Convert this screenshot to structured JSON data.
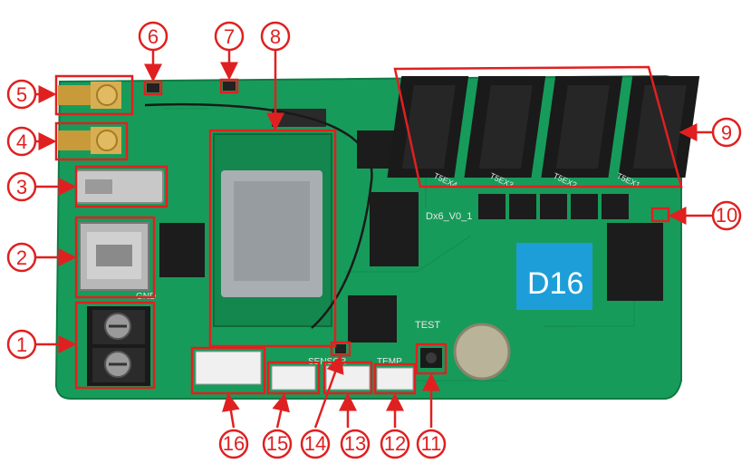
{
  "board": {
    "model_label": "D16",
    "version_label": "Dx6_V0_1",
    "test_label": "TEST",
    "hub_labels": [
      "T5EX4",
      "T5EX3",
      "T5EX2",
      "T5EX1"
    ],
    "connector_labels": {
      "sensor": "SENSOR",
      "temp": "TEMP",
      "gnd": "GND"
    }
  },
  "callouts": [
    "1",
    "2",
    "3",
    "4",
    "5",
    "6",
    "7",
    "8",
    "9",
    "10",
    "11",
    "12",
    "13",
    "14",
    "15",
    "16"
  ],
  "colors": {
    "pcb": "#179b5a",
    "pcb_dark": "#0f7a45",
    "callout": "#e02020",
    "chip_blue": "#1e9ed8",
    "chip": "#1c1c1c",
    "connector": "#f0f0f0"
  }
}
